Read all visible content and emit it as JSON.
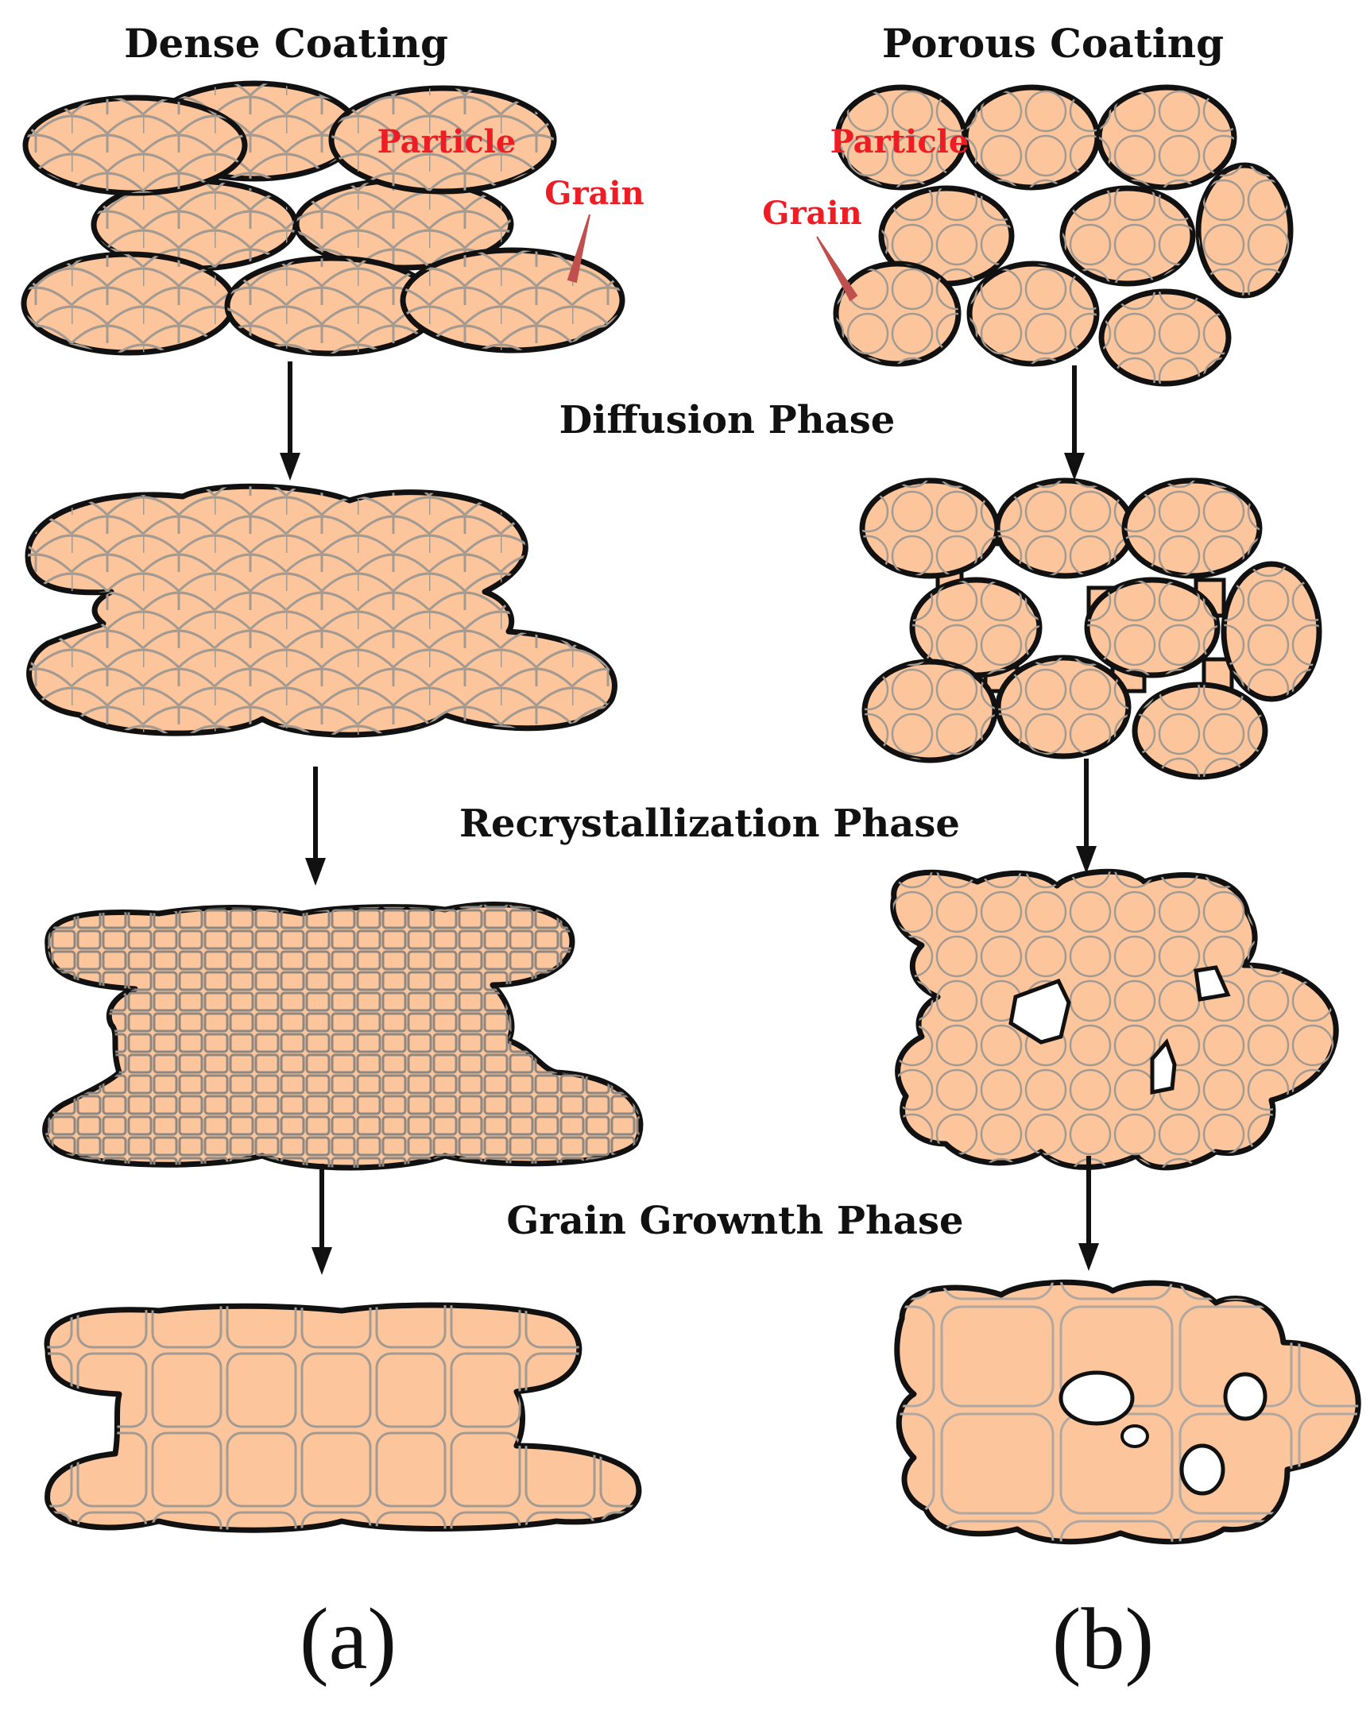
{
  "titles": {
    "dense": "Dense Coating",
    "porous": "Porous Coating"
  },
  "labels": {
    "particle": "Particle",
    "grain": "Grain"
  },
  "phases": {
    "diffusion": "Diffusion Phase",
    "recrystallization": "Recrystallization Phase",
    "grain_growth": "Grain Grownth Phase"
  },
  "panels": {
    "a": "(a)",
    "b": "(b)"
  },
  "colors": {
    "particle_fill": "#fcc59b",
    "outline": "#111111",
    "grain_boundary": "#9a9a9a",
    "label_red": "#ee1c24",
    "pore": "#ffffff"
  }
}
